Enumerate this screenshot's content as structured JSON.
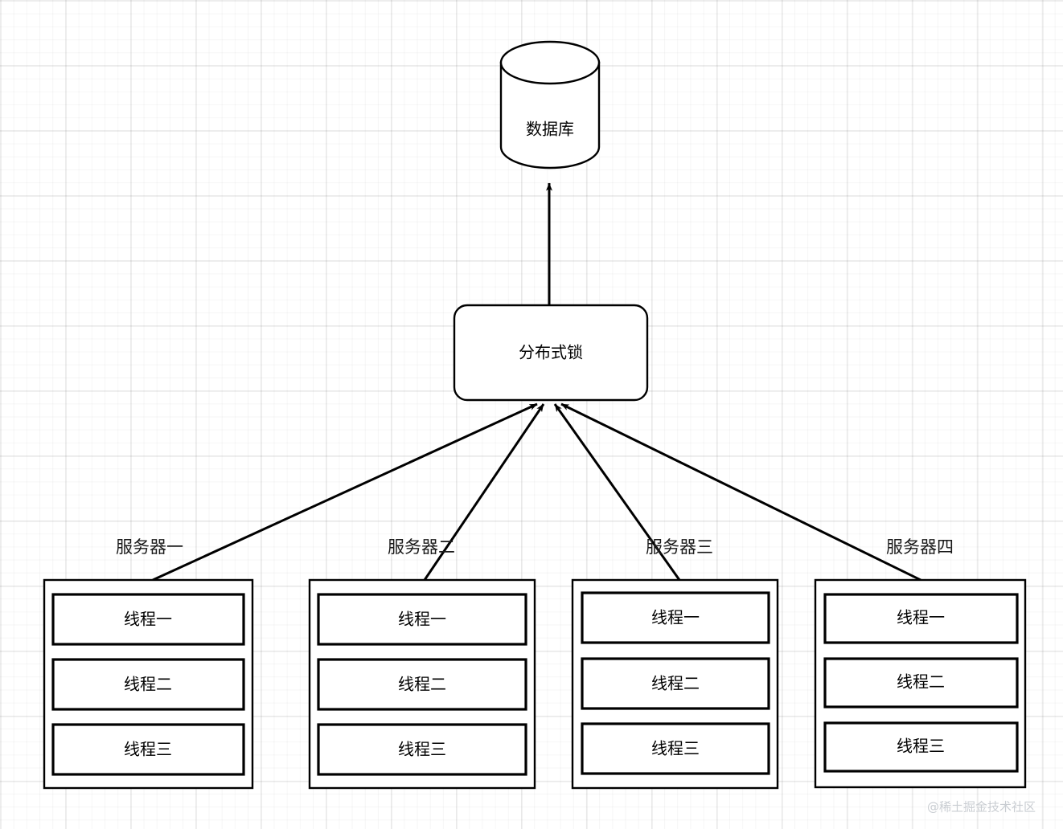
{
  "diagram": {
    "title_text": "分布式锁",
    "database": {
      "label": "数据库",
      "shape": "cylinder"
    },
    "lock": {
      "label": "分布式锁",
      "shape": "rounded-rectangle"
    },
    "servers": [
      {
        "caption": "服务器一",
        "threads": [
          "线程一",
          "线程二",
          "线程三"
        ]
      },
      {
        "caption": "服务器二",
        "threads": [
          "线程一",
          "线程二",
          "线程三"
        ]
      },
      {
        "caption": "服务器三",
        "threads": [
          "线程一",
          "线程二",
          "线程三"
        ]
      },
      {
        "caption": "服务器四",
        "threads": [
          "线程一",
          "线程二",
          "线程三"
        ]
      }
    ],
    "connectors": [
      {
        "from": "lock",
        "to": "database",
        "arrow": "to-database"
      },
      {
        "from": "server-1",
        "to": "lock",
        "arrow": "to-lock"
      },
      {
        "from": "server-2",
        "to": "lock",
        "arrow": "to-lock"
      },
      {
        "from": "server-3",
        "to": "lock",
        "arrow": "to-lock"
      },
      {
        "from": "server-4",
        "to": "lock",
        "arrow": "to-lock"
      }
    ],
    "watermark": "@稀土掘金技术社区",
    "colors": {
      "stroke": "#000000",
      "fill": "#ffffff",
      "grid_minor": "#f2f2f2",
      "grid_major": "#e3e3e3",
      "watermark": "#c9cdd2"
    }
  }
}
